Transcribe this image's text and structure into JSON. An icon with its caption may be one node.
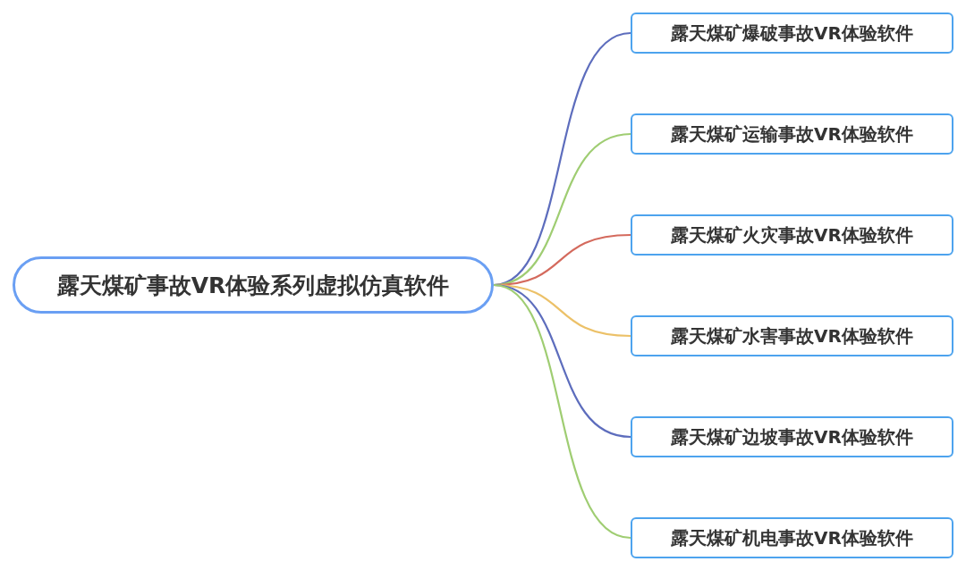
{
  "diagram": {
    "nodes": [
      {
        "text": [
          "露天煤矿事故VR体验系列虚拟仿真软件"
        ]
      },
      {
        "text": [
          "露天煤矿爆破事故VR体验软件"
        ]
      },
      {
        "text": [
          "露天煤矿运输事故VR体验软件"
        ]
      },
      {
        "text": [
          "露天煤矿火灾事故VR体验软件"
        ]
      },
      {
        "text": [
          "露天煤矿水害事故VR体验软件"
        ]
      },
      {
        "text": [
          "露天煤矿边坡事故VR体验软件"
        ]
      },
      {
        "text": [
          "露天煤矿机电事故VR体验软件"
        ]
      }
    ],
    "edges": [
      {
        "from": 0,
        "to": 1,
        "arrow": "none",
        "color": "#5d6dbd"
      },
      {
        "from": 0,
        "to": 2,
        "arrow": "none",
        "color": "#9fcd72"
      },
      {
        "from": 0,
        "to": 3,
        "arrow": "none",
        "color": "#d46a5d"
      },
      {
        "from": 0,
        "to": 4,
        "arrow": "none",
        "color": "#ecc168"
      },
      {
        "from": 0,
        "to": 5,
        "arrow": "none",
        "color": "#5d6dbd"
      },
      {
        "from": 0,
        "to": 6,
        "arrow": "none",
        "color": "#9fcd72"
      }
    ]
  }
}
